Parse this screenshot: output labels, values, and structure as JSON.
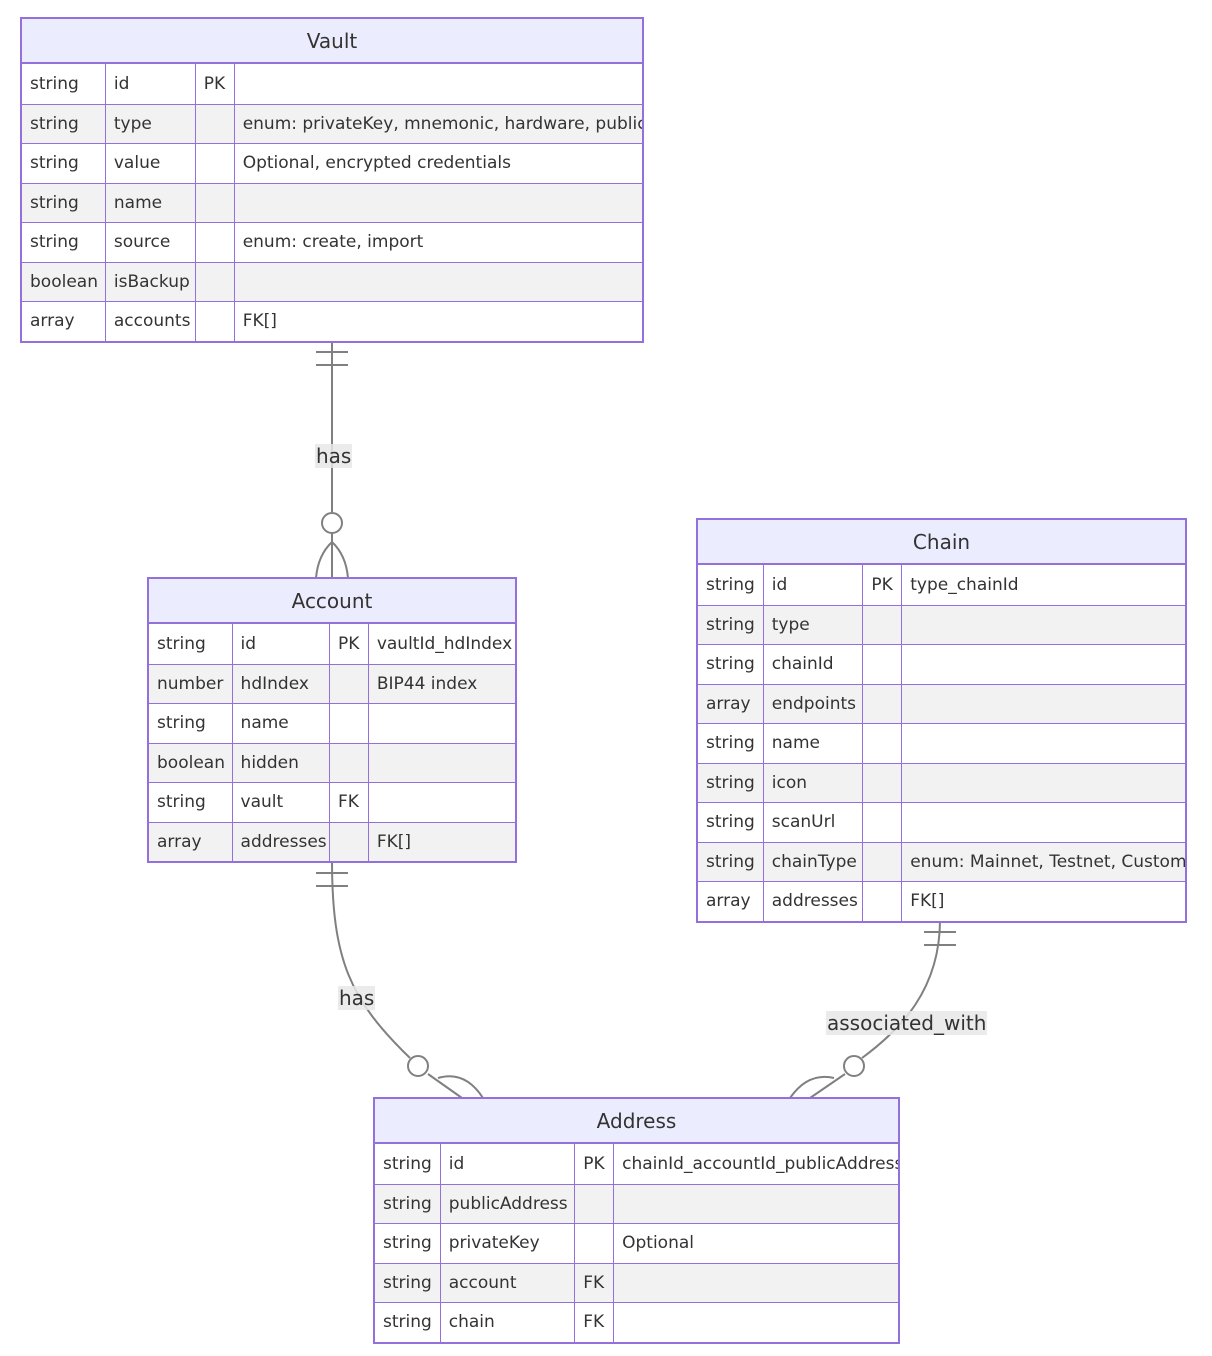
{
  "entities": [
    {
      "id": "vault",
      "title": "Vault",
      "rows": [
        [
          "string",
          "id",
          "PK",
          ""
        ],
        [
          "string",
          "type",
          "",
          "enum: privateKey, mnemonic, hardware, public"
        ],
        [
          "string",
          "value",
          "",
          "Optional, encrypted credentials"
        ],
        [
          "string",
          "name",
          "",
          ""
        ],
        [
          "string",
          "source",
          "",
          "enum: create, import"
        ],
        [
          "boolean",
          "isBackup",
          "",
          ""
        ],
        [
          "array",
          "accounts",
          "",
          "FK[]"
        ]
      ]
    },
    {
      "id": "account",
      "title": "Account",
      "rows": [
        [
          "string",
          "id",
          "PK",
          "vaultId_hdIndex"
        ],
        [
          "number",
          "hdIndex",
          "",
          "BIP44 index"
        ],
        [
          "string",
          "name",
          "",
          ""
        ],
        [
          "boolean",
          "hidden",
          "",
          ""
        ],
        [
          "string",
          "vault",
          "FK",
          ""
        ],
        [
          "array",
          "addresses",
          "",
          "FK[]"
        ]
      ]
    },
    {
      "id": "chain",
      "title": "Chain",
      "rows": [
        [
          "string",
          "id",
          "PK",
          "type_chainId"
        ],
        [
          "string",
          "type",
          "",
          ""
        ],
        [
          "string",
          "chainId",
          "",
          ""
        ],
        [
          "array",
          "endpoints",
          "",
          ""
        ],
        [
          "string",
          "name",
          "",
          ""
        ],
        [
          "string",
          "icon",
          "",
          ""
        ],
        [
          "string",
          "scanUrl",
          "",
          ""
        ],
        [
          "string",
          "chainType",
          "",
          "enum: Mainnet, Testnet, Custom"
        ],
        [
          "array",
          "addresses",
          "",
          "FK[]"
        ]
      ]
    },
    {
      "id": "address",
      "title": "Address",
      "rows": [
        [
          "string",
          "id",
          "PK",
          "chainId_accountId_publicAddress"
        ],
        [
          "string",
          "publicAddress",
          "",
          ""
        ],
        [
          "string",
          "privateKey",
          "",
          "Optional"
        ],
        [
          "string",
          "account",
          "FK",
          ""
        ],
        [
          "string",
          "chain",
          "FK",
          ""
        ]
      ]
    }
  ],
  "relationships": [
    {
      "from": "vault",
      "to": "account",
      "label": "has",
      "from_card": "exactly-one",
      "to_card": "zero-or-more"
    },
    {
      "from": "account",
      "to": "address",
      "label": "has",
      "from_card": "exactly-one",
      "to_card": "zero-or-more"
    },
    {
      "from": "chain",
      "to": "address",
      "label": "associated_with",
      "from_card": "exactly-one",
      "to_card": "zero-or-more"
    }
  ],
  "colors": {
    "border": "#9370DB",
    "header_bg": "#ECECFF",
    "row_odd": "#ffffff",
    "row_even": "#f2f2f2",
    "line": "#808080"
  }
}
